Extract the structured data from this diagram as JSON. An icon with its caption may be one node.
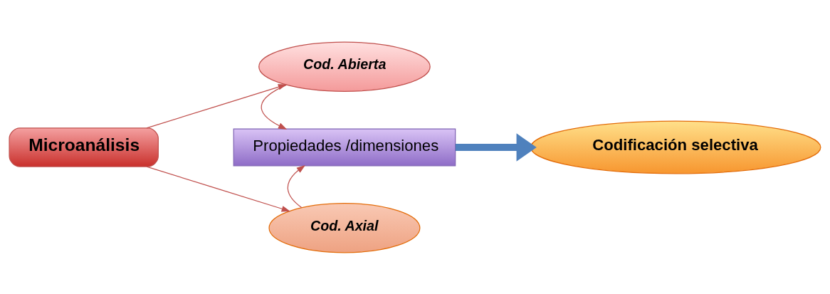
{
  "diagram": {
    "nodes": [
      {
        "text": [
          "Microanálisis"
        ]
      },
      {
        "text": [
          "Cod. Abierta"
        ]
      },
      {
        "text": [
          "Propiedades /dimensiones"
        ]
      },
      {
        "text": [
          "Codificación selectiva"
        ]
      },
      {
        "text": [
          "Cod. Axial"
        ]
      }
    ],
    "edges": [
      {
        "from": 0,
        "to": 1,
        "arrow": "to"
      },
      {
        "from": 0,
        "to": 4,
        "arrow": "to"
      },
      {
        "from": 1,
        "to": 2,
        "arrow": "to"
      },
      {
        "from": 4,
        "to": 2,
        "arrow": "to"
      },
      {
        "from": 2,
        "to": 3,
        "arrow": "to",
        "style": "thick",
        "color": "#4f81bd"
      }
    ]
  }
}
